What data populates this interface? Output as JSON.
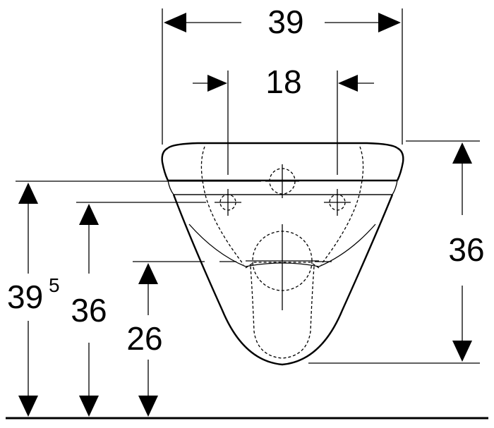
{
  "drawing": {
    "dimensions": {
      "overall_width": "39",
      "fixing_spacing": "18",
      "front_height": "36",
      "left_height_main": "39",
      "left_height_sup": "5",
      "left_height_mid": "36",
      "left_height_low": "26"
    }
  }
}
